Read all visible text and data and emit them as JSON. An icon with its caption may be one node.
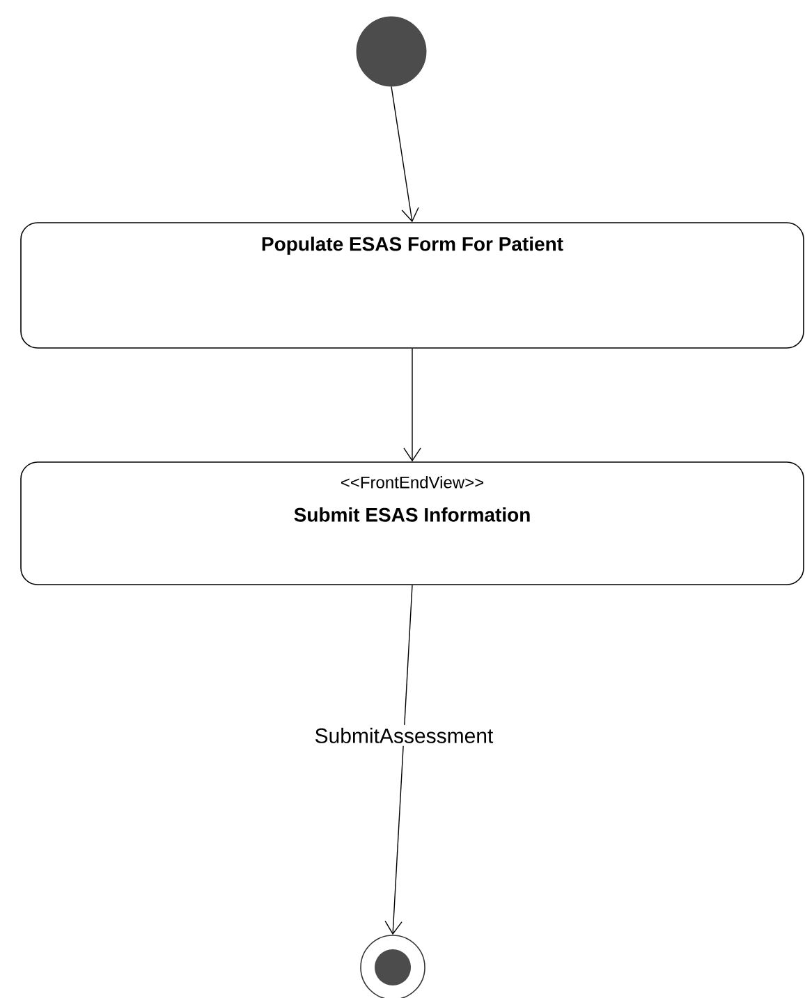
{
  "diagram": {
    "nodes": [
      {
        "text": [],
        "shape": "circle"
      },
      {
        "text": [
          "Populate ESAS Form For Patient"
        ]
      },
      {
        "text": [
          "<<FrontEndView>>",
          "Submit ESAS Information"
        ]
      },
      {
        "text": [],
        "shape": "bullseye"
      }
    ],
    "edges": [
      {
        "from": 0,
        "to": 1,
        "arrow": "to"
      },
      {
        "from": 1,
        "to": 2,
        "arrow": "to"
      },
      {
        "from": 2,
        "to": 3,
        "arrow": "to",
        "label": "SubmitAssessment"
      }
    ]
  }
}
